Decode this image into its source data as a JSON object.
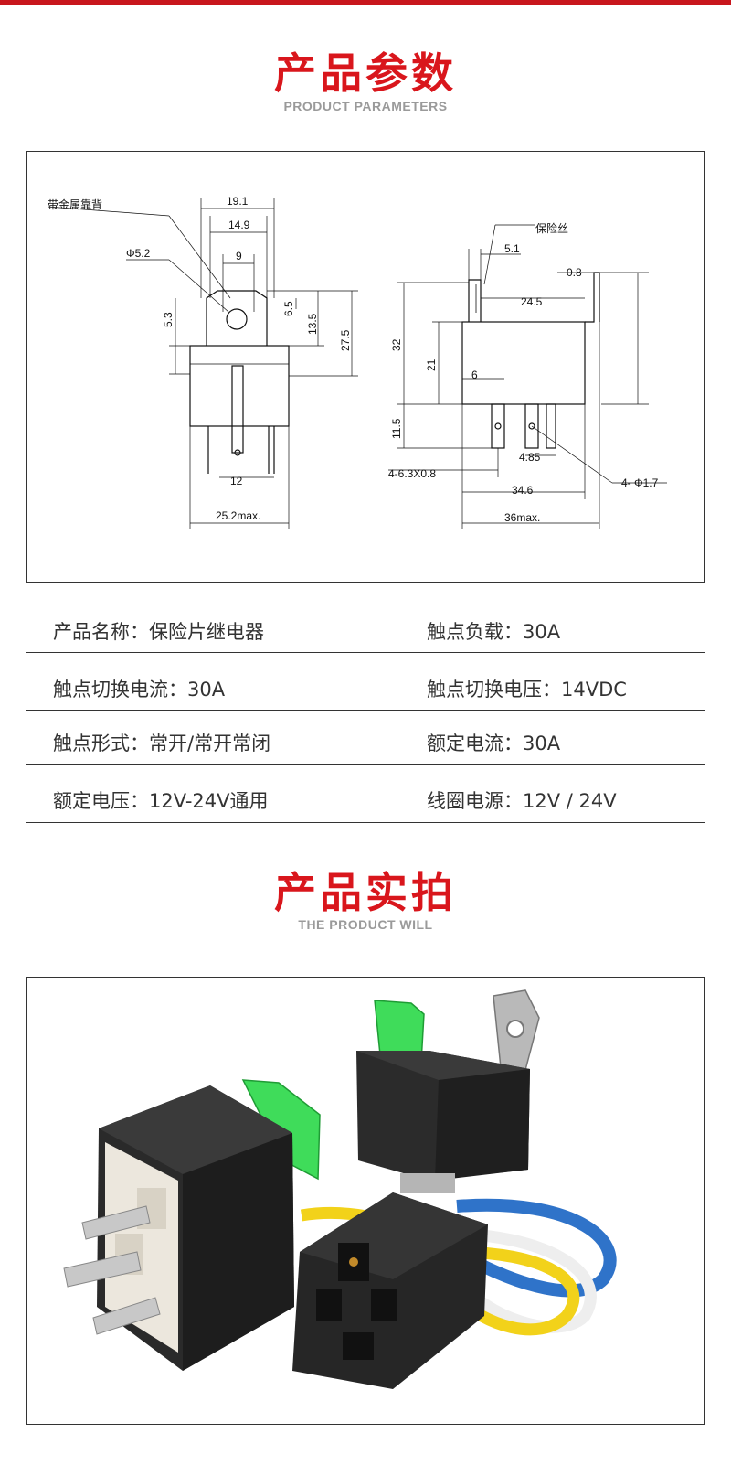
{
  "section1": {
    "title": "产品参数",
    "subtitle": "PRODUCT PARAMETERS"
  },
  "drawing": {
    "labels": {
      "metal_back": "带金属靠背",
      "fuse": "保险丝",
      "d52": "Φ5.2",
      "d191": "19.1",
      "d149": "14.9",
      "d9": "9",
      "d65": "6.5",
      "d53": "5.3",
      "d135": "13.5",
      "d275": "27.5",
      "d12": "12",
      "d252": "25.2max.",
      "d51": "5.1",
      "d08": "0.8",
      "d245": "24.5",
      "d32": "32",
      "d21": "21",
      "d6": "6",
      "d115": "11.5",
      "d485": "4.85",
      "d463": "4-6.3X0.8",
      "d417": "4- Φ1.7",
      "d346": "34.6",
      "d36": "36max."
    }
  },
  "specs": [
    {
      "left": "产品名称：保险片继电器",
      "right": "触点负载：30A"
    },
    {
      "left": "触点切换电流：30A",
      "right": "触点切换电压：14VDC"
    },
    {
      "left": "触点形式：常开/常开常闭",
      "right": "额定电流：30A"
    },
    {
      "left": "额定电压：12V-24V通用",
      "right": "线圈电源：12V / 24V"
    }
  ],
  "section2": {
    "title": "产品实拍",
    "subtitle": "THE PRODUCT WILL"
  },
  "colors": {
    "accent": "#d9161c",
    "fuse_green": "#3fdc5a",
    "relay_black": "#2a2a2a",
    "wire_blue": "#2f73c9",
    "wire_yellow": "#f2d21a"
  }
}
